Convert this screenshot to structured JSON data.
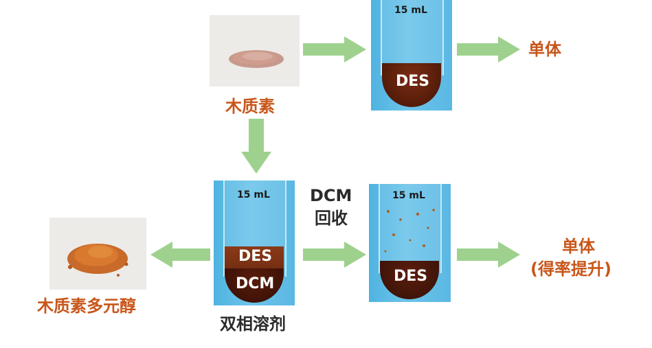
{
  "labels": {
    "lignin": "木质素",
    "monomer_top": "单体",
    "monomer_bottom_line1": "单体",
    "monomer_bottom_line2": "(得率提升)",
    "lignin_polyol": "木质素多元醇",
    "biphasic_solvent": "双相溶剂",
    "dcm_recovery_line1": "DCM",
    "dcm_recovery_line2": "回收"
  },
  "tubes": {
    "top": {
      "volume": "15 mL",
      "phase": "DES"
    },
    "middle": {
      "volume": "15 mL",
      "phase_upper": "DES",
      "phase_lower": "DCM"
    },
    "right": {
      "volume": "15 mL",
      "phase": "DES"
    }
  },
  "colors": {
    "label_orange": "#c8561a",
    "arrow_green": "#9fd18e",
    "tube_background": "#5ab8e3"
  }
}
